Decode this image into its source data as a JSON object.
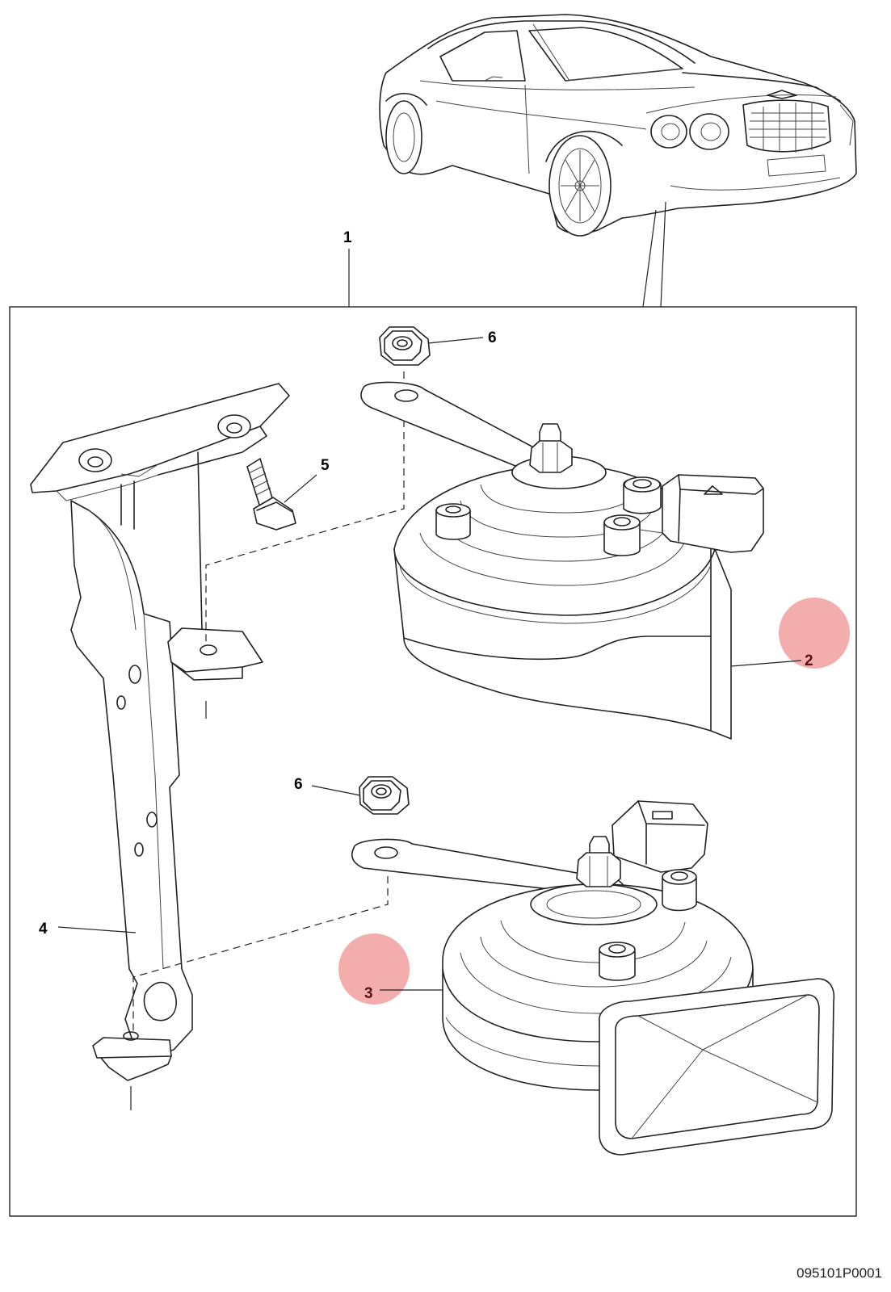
{
  "diagram": {
    "callouts": {
      "c1": "1",
      "c2": "2",
      "c3": "3",
      "c4": "4",
      "c5": "5",
      "c6a": "6",
      "c6b": "6"
    },
    "document_number": "095101P0001",
    "highlight_color": "#f08a8a"
  }
}
